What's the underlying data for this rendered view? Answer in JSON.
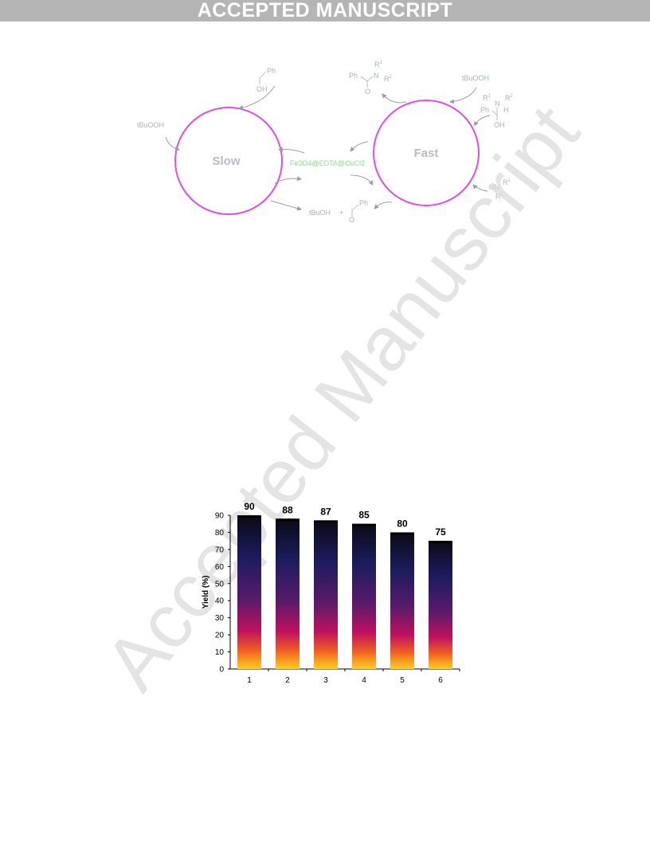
{
  "header": {
    "banner": "ACCEPTED MANUSCRIPT"
  },
  "watermark": "Accepted Manuscript",
  "scheme": {
    "cycle_left": "Slow",
    "cycle_right": "Fast",
    "catalyst": "Fe3O4@EDTA@CuCl2",
    "oxidant_left": "tBuOOH",
    "oxidant_right": "tBuOOH",
    "byproduct": "tBuOH",
    "plus": "+",
    "ph": "Ph",
    "oh": "OH",
    "o": "O",
    "n": "N",
    "h": "H",
    "hn": "HN",
    "r1": "R",
    "r2": "R"
  },
  "chart_data": {
    "type": "bar",
    "categories": [
      "1",
      "2",
      "3",
      "4",
      "5",
      "6"
    ],
    "values": [
      90,
      88,
      87,
      85,
      80,
      75
    ],
    "ylabel": "Yield (%)",
    "xlabel": "",
    "ylim": [
      0,
      90
    ],
    "yticks": [
      "0",
      "10",
      "20",
      "30",
      "40",
      "50",
      "60",
      "70",
      "80",
      "90"
    ],
    "grid": false,
    "colors": {
      "top": "#0a0a14",
      "mid1": "#1a1a5e",
      "mid2": "#6a1a6a",
      "mid3": "#c01060",
      "bottom": "#ffd020"
    }
  }
}
